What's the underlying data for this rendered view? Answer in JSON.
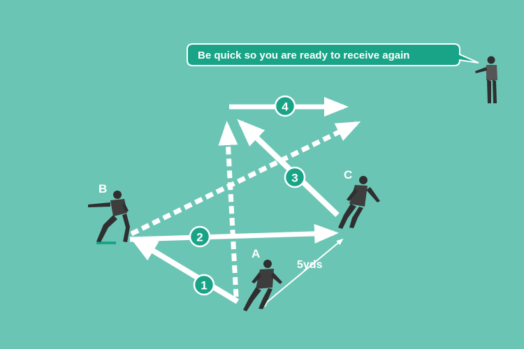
{
  "coach_speech": "Be quick so you are ready to receive again",
  "players": [
    {
      "label": "A"
    },
    {
      "label": "B"
    },
    {
      "label": "C"
    }
  ],
  "steps": [
    "1",
    "2",
    "3",
    "4"
  ],
  "distance_label": "5yds",
  "colors": {
    "pitch": "#6bc5b5",
    "arrow": "#ffffff",
    "marker": "#1aa487",
    "player_shirt": "#3d3d3d",
    "player_skin": "#2a2a2a"
  }
}
